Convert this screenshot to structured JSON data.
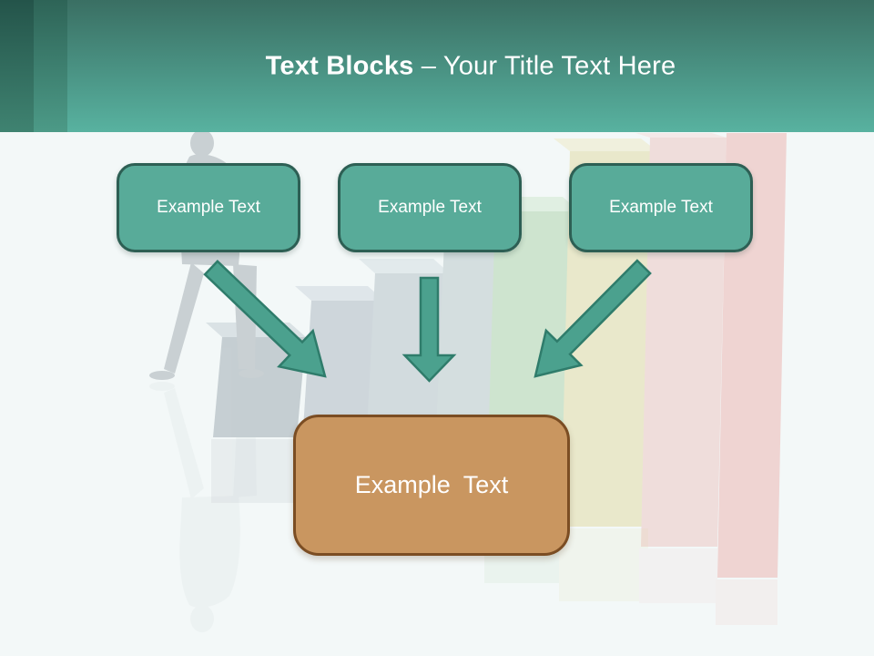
{
  "title": {
    "bold": "Text Blocks",
    "separator": "–",
    "rest": "Your Title Text Here"
  },
  "blocks": [
    {
      "label": "Example Text"
    },
    {
      "label": "Example Text"
    },
    {
      "label": "Example Text"
    }
  ],
  "result_block": {
    "label": "Example Text"
  },
  "colors": {
    "canvas_bg": "#f3f8f8",
    "header_top": "#3a6f63",
    "header_bottom": "#58b2a0",
    "stripe1_top": "#24544a",
    "stripe1_bottom": "#3f8371",
    "stripe2_top": "#2e6457",
    "stripe2_bottom": "#4c9a87",
    "block_fill": "#58ab99",
    "block_border": "#2d5f54",
    "arrow_fill": "#4ba18e",
    "arrow_border": "#2f7c6b",
    "result_fill": "#c99660",
    "result_border": "#7b4d23",
    "title_text": "#ffffff"
  }
}
